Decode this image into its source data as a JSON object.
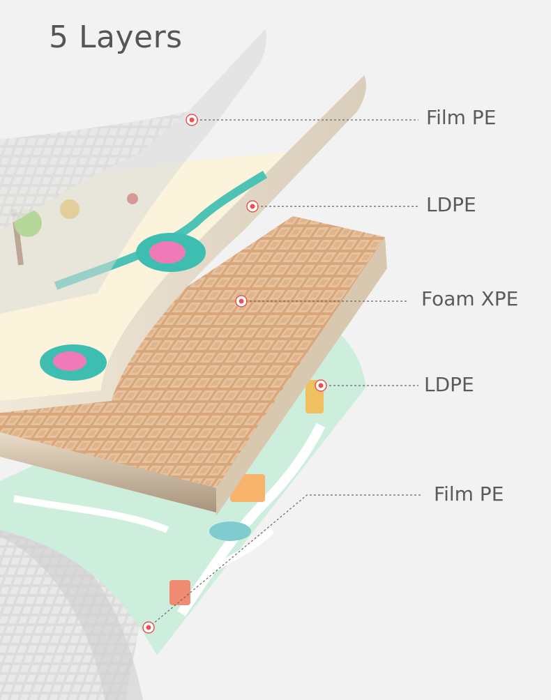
{
  "title": "5 Layers",
  "layers": [
    {
      "label": "Film PE"
    },
    {
      "label": "LDPE"
    },
    {
      "label": "Foam XPE"
    },
    {
      "label": "LDPE"
    },
    {
      "label": "Film PE"
    }
  ],
  "colors": {
    "background": "#f2f2f2",
    "foam": "#e2b88f",
    "foam_edge": "#a08a72",
    "ldpe_top": "#fbf3dc",
    "ldpe_bottom": "#cdeedd",
    "film": "#d6d6d6",
    "marker": "#e8534f"
  }
}
